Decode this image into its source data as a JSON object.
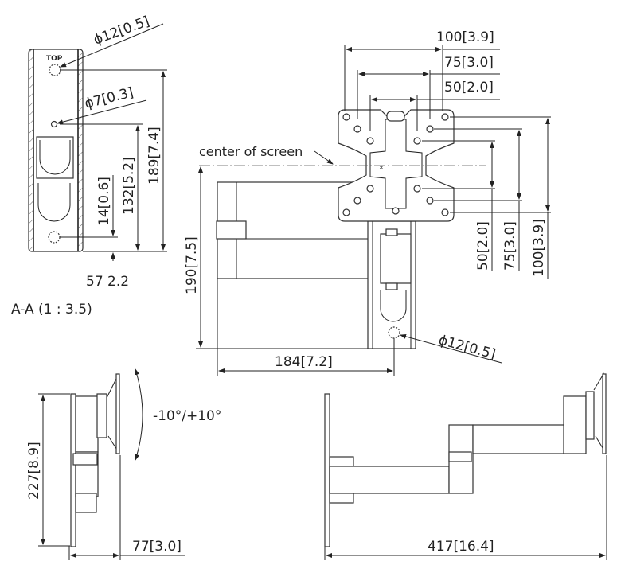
{
  "section_view": {
    "top_label": "TOP",
    "hole_large": "ϕ12[0.5]",
    "hole_small": "ϕ7[0.3]",
    "dim_189": "189[7.4]",
    "dim_132": "132[5.2]",
    "dim_14": "14[0.6]",
    "dim_width": "57  2.2",
    "caption": "A-A (1 : 3.5)"
  },
  "front_view": {
    "center_label": "center of screen",
    "vesa_top": [
      "100[3.9]",
      "75[3.0]",
      "50[2.0]"
    ],
    "vesa_right": [
      "50[2.0]",
      "75[3.0]",
      "100[3.9]"
    ],
    "dim_190": "190[7.5]",
    "dim_184": "184[7.2]",
    "hole": "ϕ12[0.5]"
  },
  "side_view_folded": {
    "tilt": "-10°/+10°",
    "dim_227": "227[8.9]",
    "dim_77": "77[3.0]"
  },
  "side_view_extended": {
    "dim_417": "417[16.4]"
  }
}
